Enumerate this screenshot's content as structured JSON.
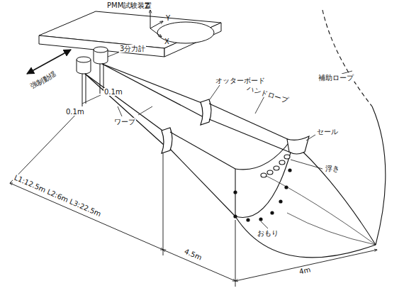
{
  "diagram": {
    "labels": [
      "PMM試験装置",
      "Z",
      "Y",
      "X",
      "強制動揺",
      "3分力計",
      "0.1m",
      "0.1m",
      "ワープ",
      "オッターボード",
      "ハンドロープ",
      "補助ロープ",
      "セール",
      "浮き",
      "おもり",
      "L1:12.5m L2:6m L3:22.5m",
      "4.5m",
      "4m"
    ]
  }
}
